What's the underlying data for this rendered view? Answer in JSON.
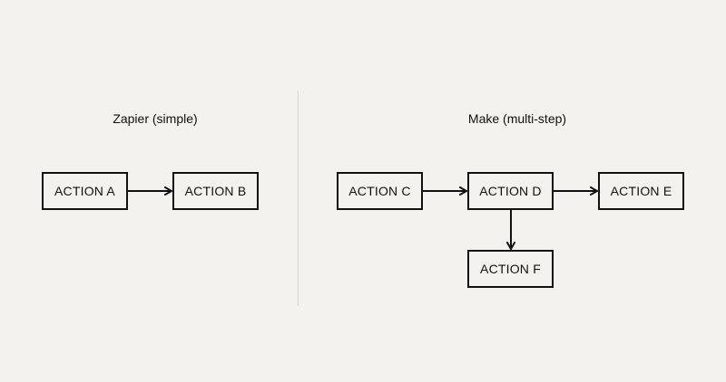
{
  "panels": {
    "left": {
      "title": "Zapier (simple)"
    },
    "right": {
      "title": "Make (multi-step)"
    }
  },
  "nodes": {
    "action_a": "ACTION A",
    "action_b": "ACTION B",
    "action_c": "ACTION C",
    "action_d": "ACTION D",
    "action_e": "ACTION E",
    "action_f": "ACTION F"
  },
  "edges": [
    {
      "from": "action_a",
      "to": "action_b"
    },
    {
      "from": "action_c",
      "to": "action_d"
    },
    {
      "from": "action_d",
      "to": "action_e"
    },
    {
      "from": "action_d",
      "to": "action_f"
    }
  ],
  "colors": {
    "background": "#f3f2ee",
    "stroke": "#111111",
    "divider": "#d6d5d0"
  }
}
